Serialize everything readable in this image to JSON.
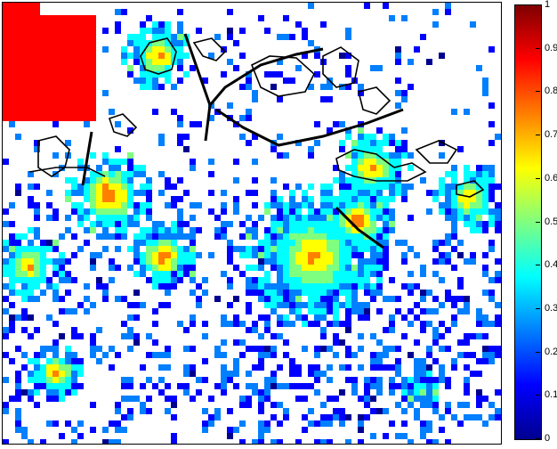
{
  "map": {
    "colormap": [
      "#00008f",
      "#0000ff",
      "#007fff",
      "#00ffff",
      "#7fff7f",
      "#ffff00",
      "#ff7f00",
      "#ff0000",
      "#7f0000"
    ],
    "background": "#ffffff",
    "coastline_color": "#000000"
  },
  "colorbar": {
    "ticks": [
      "0",
      "0.1",
      "0.2",
      "0.3",
      "0.4",
      "0.5",
      "0.6",
      "0.7",
      "0.8",
      "0.9",
      "1"
    ],
    "range": [
      0,
      1
    ]
  }
}
